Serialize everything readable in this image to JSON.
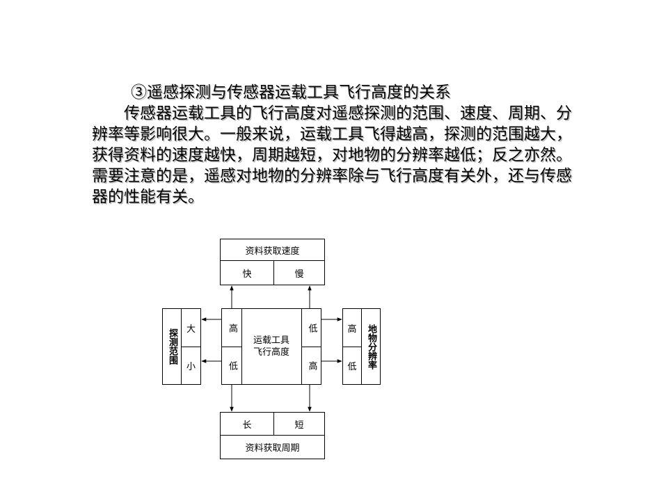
{
  "text": {
    "heading": "③遥感探测与传感器运载工具飞行高度的关系",
    "paragraph": "传感器运载工具的飞行高度对遥感探测的范围、速度、周期、分辨率等影响很大。一般来说，运载工具飞得越高，探测的范围越大，获得资料的速度越快，周期越短，对地物的分辨率越低；反之亦然。需要注意的是，遥感对地物的分辨率除与飞行高度有关外，还与传感器的性能有关。"
  },
  "diagram": {
    "top_box": {
      "title": "资料获取速度",
      "left": "快",
      "right": "慢"
    },
    "bottom_box": {
      "title": "资料获取周期",
      "left": "长",
      "right": "短"
    },
    "center_box": {
      "title_line1": "运载工具",
      "title_line2": "飞行高度",
      "left_top": "高",
      "left_bottom": "低",
      "right_top": "低",
      "right_bottom": "高"
    },
    "left_box": {
      "label": "探测范围",
      "top": "大",
      "bottom": "小"
    },
    "right_box": {
      "label": "地物分辨率",
      "top": "高",
      "bottom": "低"
    }
  }
}
